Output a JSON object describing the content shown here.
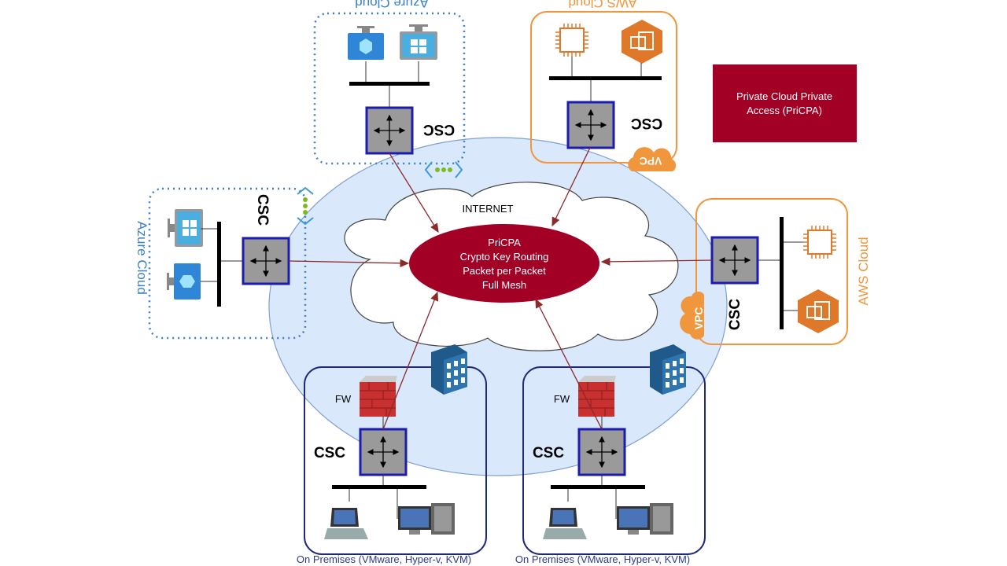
{
  "legend": {
    "line1": "Private Cloud Private",
    "line2": "Access (PriCPA)",
    "color": "#a20025"
  },
  "core": {
    "cloud_label": "INTERNET",
    "lines": [
      "PriCPA",
      "Crypto Key Routing",
      "Packet per Packet",
      "Full Mesh"
    ],
    "color": "#a20025"
  },
  "sites": {
    "azure_top": {
      "title": "Azure Cloud",
      "router": "CSC"
    },
    "aws_top": {
      "title": "AWS Cloud",
      "router": "CSC",
      "vpc": "VPC"
    },
    "azure_left": {
      "title": "Azure Cloud",
      "router": "CSC"
    },
    "aws_right": {
      "title": "AWS Cloud",
      "router": "CSC",
      "vpc": "VPC"
    },
    "onprem_1": {
      "title": "On Premises (VMware, Hyper-v, KVM)",
      "router": "CSC",
      "fw": "FW"
    },
    "onprem_2": {
      "title": "On Premises (VMware, Hyper-v, KVM)",
      "router": "CSC",
      "fw": "FW"
    }
  },
  "colors": {
    "azure": "#3c7fc7",
    "aws": "#f0963c",
    "onprem": "#1f2a78",
    "link": "#8b2a2a",
    "sphere": "#dae8fc"
  }
}
